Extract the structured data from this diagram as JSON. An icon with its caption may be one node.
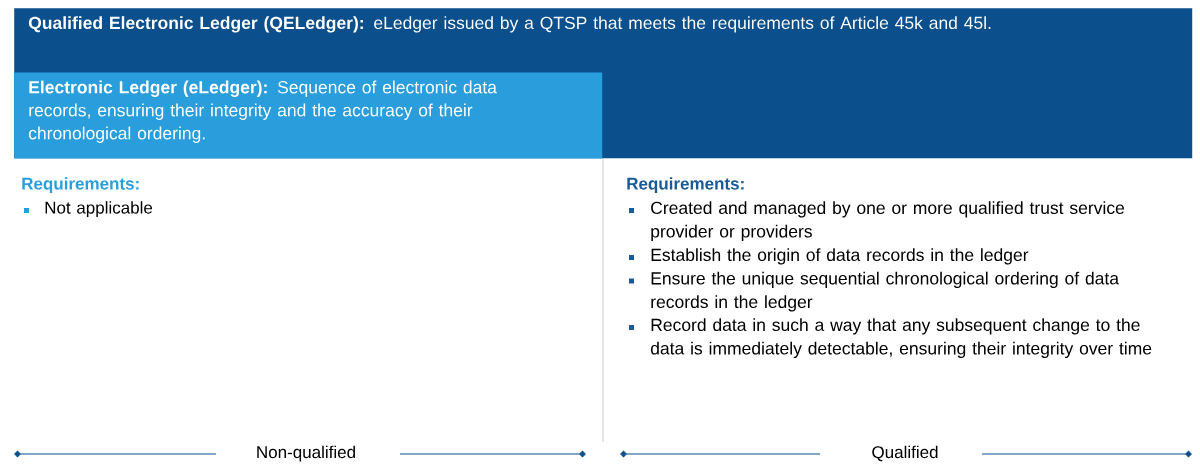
{
  "diagram": {
    "nodes": [
      {
        "text": [
          "**Qualified Electronic Ledger (QELedger):** eLedger issued by a QTSP that meets the requirements of Article 45k and 45l."
        ]
      },
      {
        "text": [
          "**Electronic Ledger (eLedger):** Sequence of electronic data records, ensuring their integrity and the accuracy of their chronological ordering."
        ],
        "in": 0
      }
    ],
    "labels": [
      "Requirements:",
      "Not applicable",
      "Requirements:",
      "Created and managed by one or more qualified trust service provider or providers",
      "Establish the origin of data records in the ledger",
      "Ensure the unique sequential chronological ordering of data records in the ledger",
      "Record data in such a way that any subsequent change to the data is immediately detectable, ensuring their integrity over time",
      "Non-qualified",
      "Qualified"
    ]
  }
}
